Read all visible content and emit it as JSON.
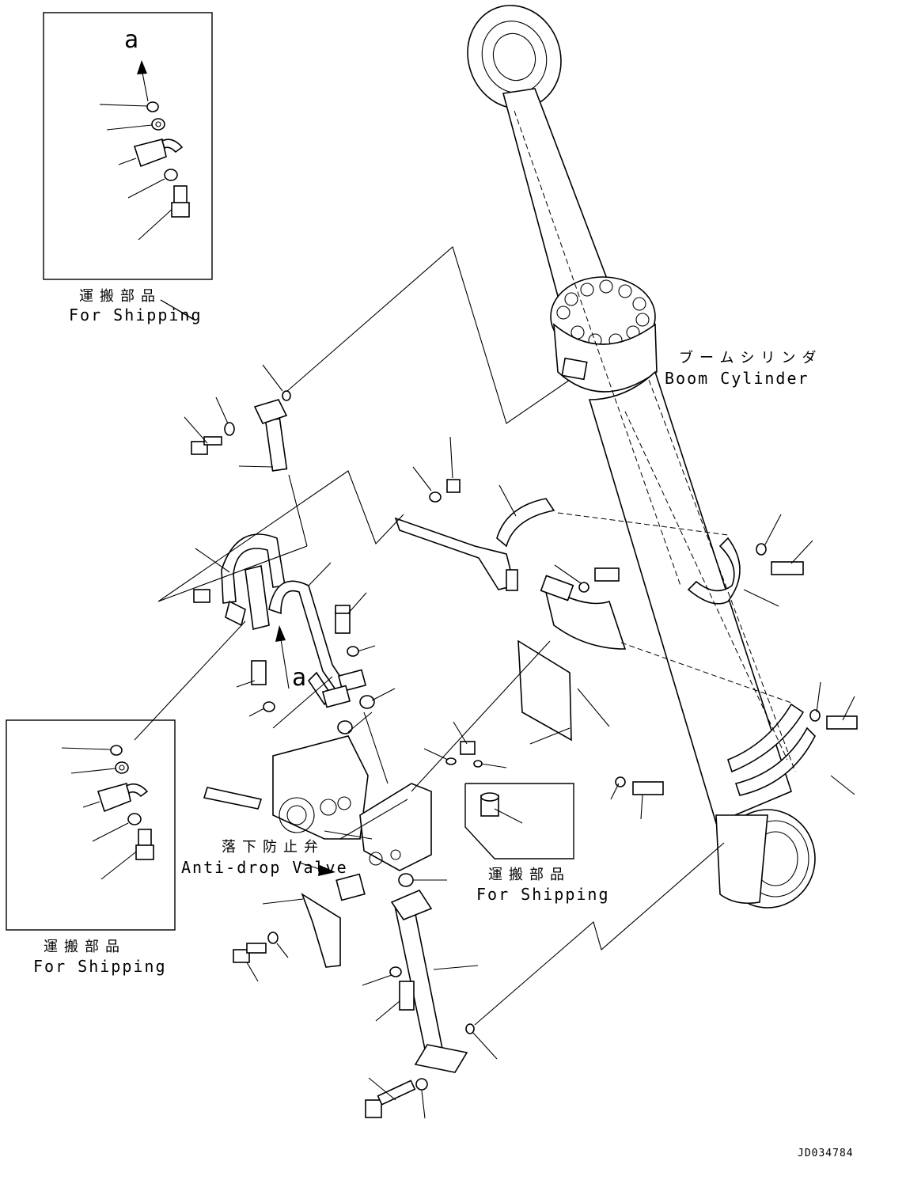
{
  "labels": {
    "detail_marker_top": "a",
    "detail_marker_mid": "a",
    "boom_cylinder_jp": "ブームシリンダ",
    "boom_cylinder_en": "Boom Cylinder",
    "anti_drop_valve_jp": "落下防止弁",
    "anti_drop_valve_en": "Anti-drop Valve",
    "shipping_top_jp": "運搬部品",
    "shipping_top_en": "For Shipping",
    "shipping_left_jp": "運搬部品",
    "shipping_left_en": "For Shipping",
    "shipping_center_jp": "運搬部品",
    "shipping_center_en": "For Shipping",
    "drawing_number": "JD034784"
  }
}
